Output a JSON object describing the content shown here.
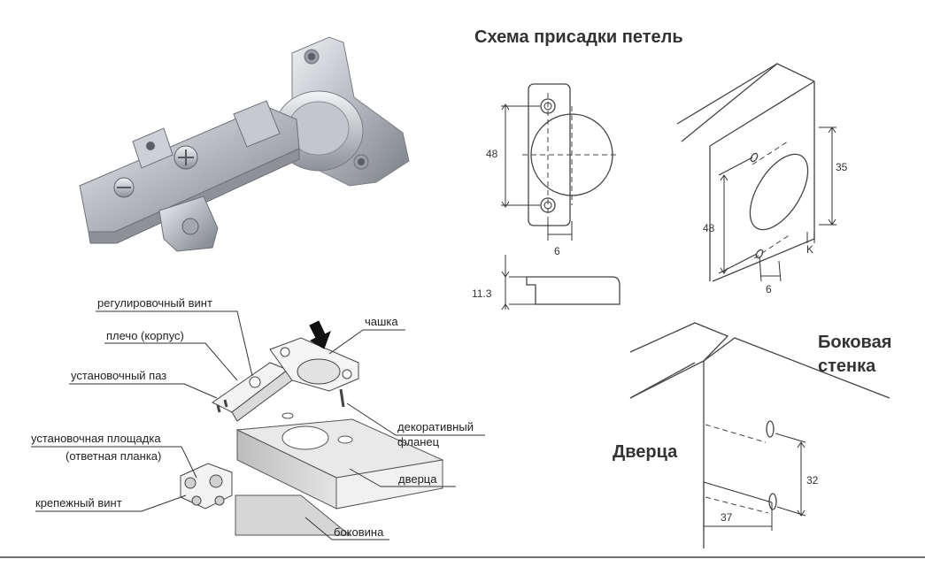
{
  "title": "Схема присадки петель",
  "hinge_photo": {
    "icon": "cabinet-hinge-photo"
  },
  "callouts": {
    "adjust_screw": "регулировочный винт",
    "arm": "плечо (корпус)",
    "mount_slot": "установочный паз",
    "mount_plate_1": "установочная площадка",
    "mount_plate_2": "(ответная планка)",
    "fix_screw": "крепежный винт",
    "cup": "чашка",
    "flange_1": "декоративный",
    "flange_2": "фланец",
    "door": "дверца",
    "side": "боковина"
  },
  "drilling": {
    "plan_48": "48",
    "plan_6": "6",
    "profile_11_3": "11.3",
    "iso_35": "35",
    "iso_48": "48",
    "iso_6": "6",
    "iso_k": "K"
  },
  "bottom_right": {
    "side_wall_1": "Боковая",
    "side_wall_2": "стенка",
    "door": "Дверца",
    "dim_32": "32",
    "dim_37": "37"
  },
  "colors": {
    "metal_light": "#d9dce0",
    "metal_mid": "#a9adb3",
    "metal_dark": "#6d7177",
    "panel": "#c9c9c9",
    "line": "#333333"
  }
}
